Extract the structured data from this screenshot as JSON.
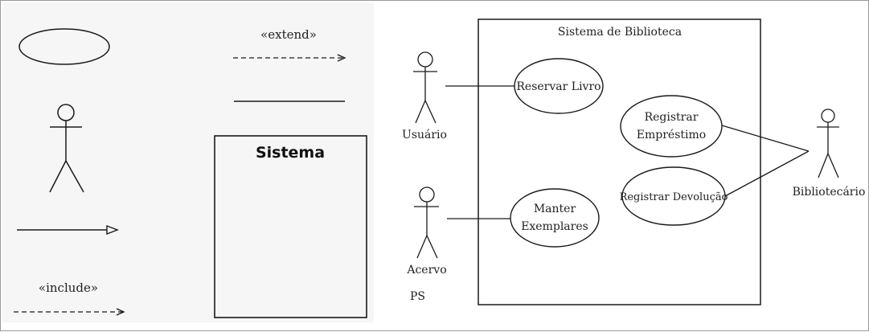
{
  "legend": {
    "extend_label": "«extend»",
    "include_label": "«include»",
    "system_label": "Sistema"
  },
  "diagram": {
    "system_title": "Sistema de Biblioteca",
    "actors": [
      {
        "name": "Usuário"
      },
      {
        "name": "Acervo"
      },
      {
        "name": "Bibliotecário"
      }
    ],
    "use_cases": [
      {
        "lines": [
          "Reservar Livro"
        ]
      },
      {
        "lines": [
          "Registrar",
          "Empréstimo"
        ]
      },
      {
        "lines": [
          "Registrar Devolução"
        ]
      },
      {
        "lines": [
          "Manter",
          "Exemplares"
        ]
      }
    ],
    "watermark": "PS"
  },
  "colors": {
    "line": "#1a1a1a",
    "text": "#222222",
    "left_bg": "#f6f6f6"
  }
}
